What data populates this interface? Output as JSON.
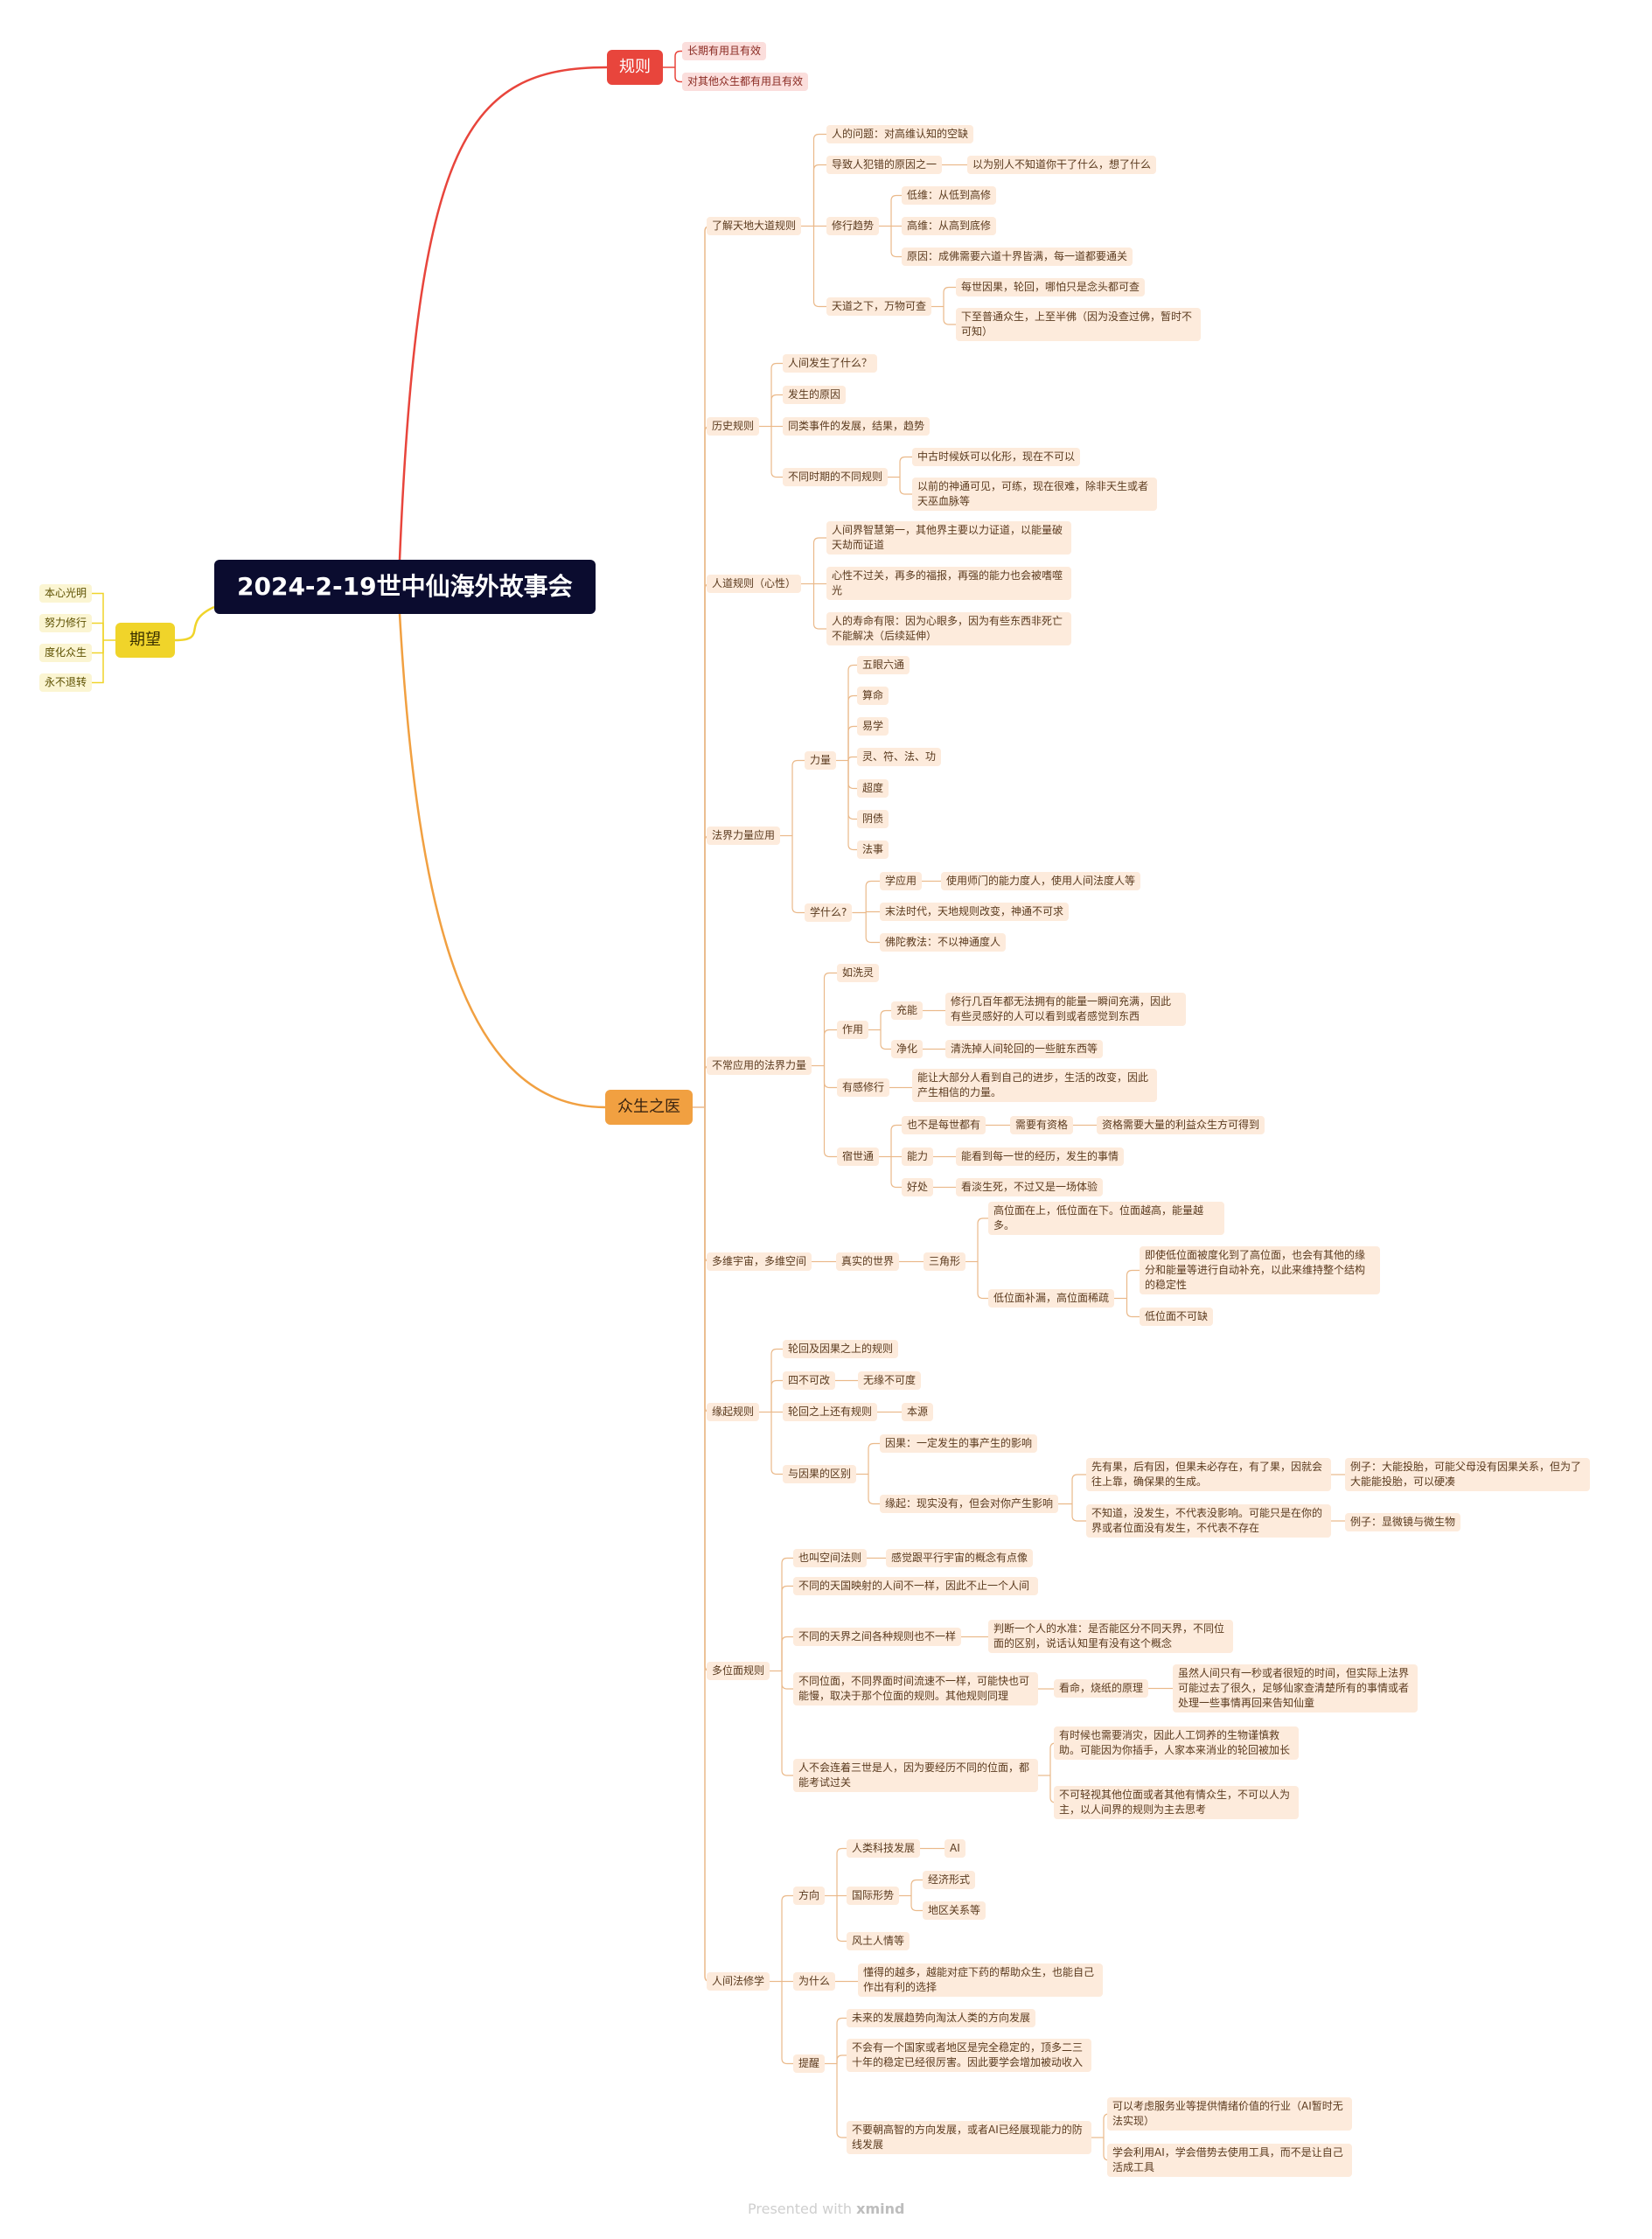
{
  "root": "2024-2-19世中仙海外故事会",
  "red": {
    "title": "规则",
    "items": [
      "长期有用且有效",
      "对其他众生都有用且有效"
    ]
  },
  "yellow": {
    "title": "期望",
    "items": [
      "本心光明",
      "努力修行",
      "度化众生",
      "永不退转"
    ]
  },
  "orange": {
    "title": "众生之医",
    "s1": {
      "label": "了解天地大道规则",
      "c1": "人的问题：对高维认知的空缺",
      "c2": "导致人犯错的原因之一",
      "c2a": "以为别人不知道你干了什么，想了什么",
      "c3": "修行趋势",
      "c3a": "低维：从低到高修",
      "c3b": "高维：从高到底修",
      "c3c": "原因：成佛需要六道十界皆满，每一道都要通关",
      "c4": "天道之下，万物可查",
      "c4a": "每世因果，轮回，哪怕只是念头都可查",
      "c4b": "下至普通众生，上至半佛（因为没查过佛，暂时不可知）"
    },
    "s2": {
      "label": "历史规则",
      "c1": "人间发生了什么？",
      "c2": "发生的原因",
      "c3": "同类事件的发展，结果，趋势",
      "c4": "不同时期的不同规则",
      "c4a": "中古时候妖可以化形，现在不可以",
      "c4b": "以前的神通可见，可练，现在很难，除非天生或者天巫血脉等"
    },
    "s3": {
      "label": "人道规则（心性）",
      "c1": "人间界智慧第一，其他界主要以力证道，以能量破天劫而证道",
      "c2": "心性不过关，再多的福报，再强的能力也会被嗜噬光",
      "c3": "人的寿命有限：因为心眼多，因为有些东西非死亡不能解决（后续延伸）"
    },
    "s4": {
      "label": "法界力量应用",
      "c1": "力量",
      "c1items": [
        "五眼六通",
        "算命",
        "易学",
        "灵、符、法、功",
        "超度",
        "阴债",
        "法事"
      ],
      "c2": "学什么?",
      "c2a": "学应用",
      "c2a1": "使用师门的能力度人，使用人间法度人等",
      "c2b": "末法时代，天地规则改变，神通不可求",
      "c2c": "佛陀教法：不以神通度人"
    },
    "s5": {
      "label": "不常应用的法界力量",
      "c1": "如洗灵",
      "c2": "作用",
      "c2a": "充能",
      "c2a1": "修行几百年都无法拥有的能量一瞬间充满，因此有些灵感好的人可以看到或者感觉到东西",
      "c2b": "净化",
      "c2b1": "清洗掉人间轮回的一些脏东西等",
      "c3": "有感修行",
      "c3a": "能让大部分人看到自己的进步，生活的改变，因此产生相信的力量。",
      "c4": "宿世通",
      "c4a": "也不是每世都有",
      "c4a1": "需要有资格",
      "c4a2": "资格需要大量的利益众生方可得到",
      "c4b": "能力",
      "c4b1": "能看到每一世的经历，发生的事情",
      "c4c": "好处",
      "c4c1": "看淡生死，不过又是一场体验"
    },
    "s6": {
      "label": "多维宇宙，多维空间",
      "c1": "真实的世界",
      "c1a": "三角形",
      "c1a1": "高位面在上，低位面在下。位面越高，能量越多。",
      "c1a2": "低位面补漏，高位面稀疏",
      "c1a2a": "即使低位面被度化到了高位面，也会有其他的缘分和能量等进行自动补充，以此来维持整个结构的稳定性",
      "c1a2b": "低位面不可缺"
    },
    "s7": {
      "label": "缘起规则",
      "c1": "轮回及因果之上的规则",
      "c2": "四不可改",
      "c2a": "无缘不可度",
      "c3": "轮回之上还有规则",
      "c3a": "本源",
      "c4": "与因果的区别",
      "c4a": "因果：一定发生的事产生的影响",
      "c4b": "缘起：现实没有，但会对你产生影响",
      "c4b1": "先有果，后有因，但果未必存在，有了果，因就会往上靠，确保果的生成。",
      "c4b1a": "例子：大能投胎，可能父母没有因果关系，但为了大能能投胎，可以硬凑",
      "c4b2": "不知道，没发生，不代表没影响。可能只是在你的界或者位面没有发生，不代表不存在",
      "c4b2a": "例子：显微镜与微生物"
    },
    "s8": {
      "label": "多位面规则",
      "c1": "也叫空间法则",
      "c1a": "感觉跟平行宇宙的概念有点像",
      "c2": "不同的天国映射的人间不一样，因此不止一个人间",
      "c3": "不同的天界之间各种规则也不一样",
      "c3a": "判断一个人的水准：是否能区分不同天界，不同位面的区别，说话认知里有没有这个概念",
      "c4": "不同位面，不同界面时间流速不一样，可能快也可能慢，取决于那个位面的规则。其他规则同理",
      "c4a": "看命，烧纸的原理",
      "c4a1": "虽然人间只有一秒或者很短的时间，但实际上法界可能过去了很久，足够仙家查清楚所有的事情或者处理一些事情再回来告知仙童",
      "c5": "人不会连着三世是人，因为要经历不同的位面，都能考试过关",
      "c5a": "有时候也需要消灾，因此人工饲养的生物谨慎救助。可能因为你插手，人家本来消业的轮回被加长",
      "c5b": "不可轻视其他位面或者其他有情众生，不可以人为主，以人间界的规则为主去思考"
    },
    "s9": {
      "label": "人间法修学",
      "c1": "方向",
      "c1a": "人类科技发展",
      "c1a1": "AI",
      "c1b": "国际形势",
      "c1b1": "经济形式",
      "c1b2": "地区关系等",
      "c1c": "风土人情等",
      "c2": "为什么",
      "c2a": "懂得的越多，越能对症下药的帮助众生，也能自己作出有利的选择",
      "c3": "提醒",
      "c3a": "未来的发展趋势向淘汰人类的方向发展",
      "c3b": "不会有一个国家或者地区是完全稳定的，顶多二三十年的稳定已经很厉害。因此要学会增加被动收入",
      "c3c": "不要朝高智的方向发展，或者AI已经展现能力的防线发展",
      "c3c1": "可以考虑服务业等提供情绪价值的行业（AI暂时无法实现）",
      "c3c2": "学会利用AI，学会借势去使用工具，而不是让自己活成工具"
    }
  },
  "footer": {
    "prefix": "Presented with ",
    "brand": "xmind"
  },
  "colors": {
    "red": "#e8453c",
    "orange": "#f1a041",
    "yellow": "#f0d42a",
    "root": "#0b0c2f",
    "topic": "#fdebdc"
  }
}
